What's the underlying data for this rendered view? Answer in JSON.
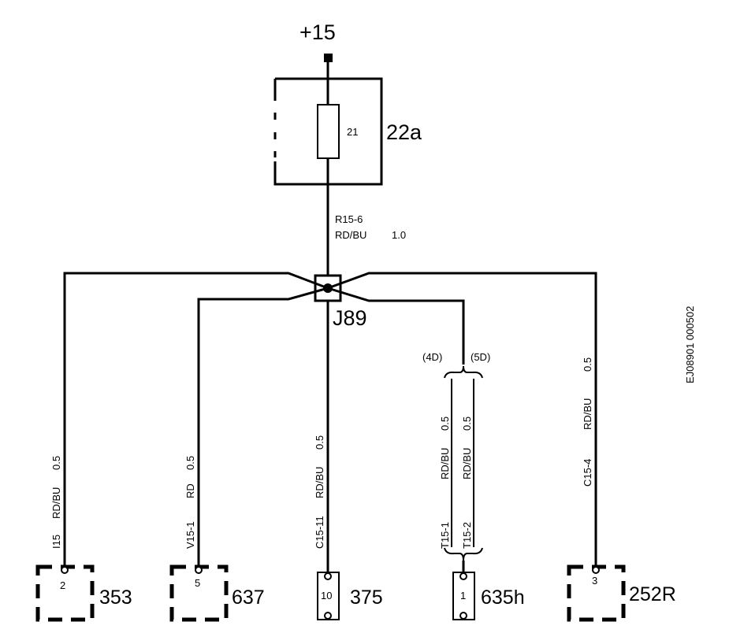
{
  "supply": "+15",
  "fuse_box": {
    "fuse_number": "21",
    "box_label": "22a"
  },
  "main_wire": {
    "id": "R15-6",
    "color": "RD/BU",
    "size": "1.0"
  },
  "junction": "J89",
  "splice_labels": {
    "left": "(4D)",
    "right": "(5D)"
  },
  "drawing_id": "EJ08901 000502",
  "branches": [
    {
      "wire_id": "I15",
      "color": "RD/BU",
      "size": "0.5",
      "pin": "2",
      "component": "353"
    },
    {
      "wire_id": "V15-1",
      "color": "RD",
      "size": "0.5",
      "pin": "5",
      "component": "637"
    },
    {
      "wire_id": "C15-11",
      "color": "RD/BU",
      "size": "0.5",
      "pin": "10",
      "component": "375"
    },
    {
      "wire_id": "T15-1",
      "color": "RD/BU",
      "size": "0.5"
    },
    {
      "wire_id": "T15-2",
      "color": "RD/BU",
      "size": "0.5",
      "pin": "1",
      "component": "635h"
    },
    {
      "wire_id": "C15-4",
      "color": "RD/BU",
      "size": "0.5",
      "pin": "3",
      "component": "252R"
    }
  ]
}
